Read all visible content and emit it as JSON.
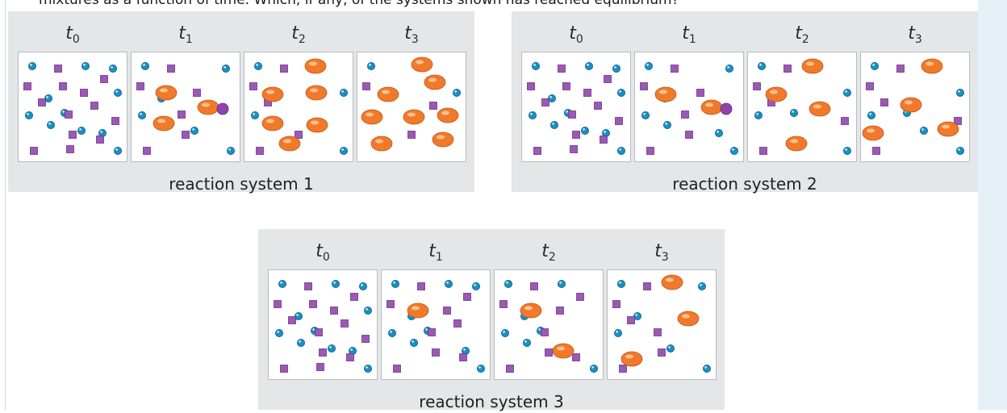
{
  "header_text": "mixtures as a function of time. Which, if any, of the systems shown has reached equilibrium?",
  "colors": {
    "panel_bg": "#e4e6e8",
    "frame_border": "#b7bcc0",
    "blue_sphere": "#1a8fc4",
    "purple_cube": "#9b59b6",
    "orange_ellipse": "#f07a2a",
    "purple_sphere": "#8e44ad"
  },
  "systems": [
    {
      "caption": "reaction system 1",
      "frames": [
        {
          "t": "t",
          "sub": "0",
          "desc": "blue spheres and purple cubes only"
        },
        {
          "t": "t",
          "sub": "1",
          "desc": "some orange products and a purple sphere appear"
        },
        {
          "t": "t",
          "sub": "2",
          "desc": "more orange products"
        },
        {
          "t": "t",
          "sub": "3",
          "desc": "mostly orange products"
        }
      ]
    },
    {
      "caption": "reaction system 2",
      "frames": [
        {
          "t": "t",
          "sub": "0",
          "desc": "blue spheres and purple cubes only"
        },
        {
          "t": "t",
          "sub": "1",
          "desc": "some orange products and a purple sphere appear"
        },
        {
          "t": "t",
          "sub": "2",
          "desc": "more orange products"
        },
        {
          "t": "t",
          "sub": "3",
          "desc": "same composition as t2"
        }
      ]
    },
    {
      "caption": "reaction system 3",
      "frames": [
        {
          "t": "t",
          "sub": "0",
          "desc": "blue spheres and purple cubes only"
        },
        {
          "t": "t",
          "sub": "1",
          "desc": "one orange product"
        },
        {
          "t": "t",
          "sub": "2",
          "desc": "two orange products"
        },
        {
          "t": "t",
          "sub": "3",
          "desc": "three orange products"
        }
      ]
    }
  ]
}
